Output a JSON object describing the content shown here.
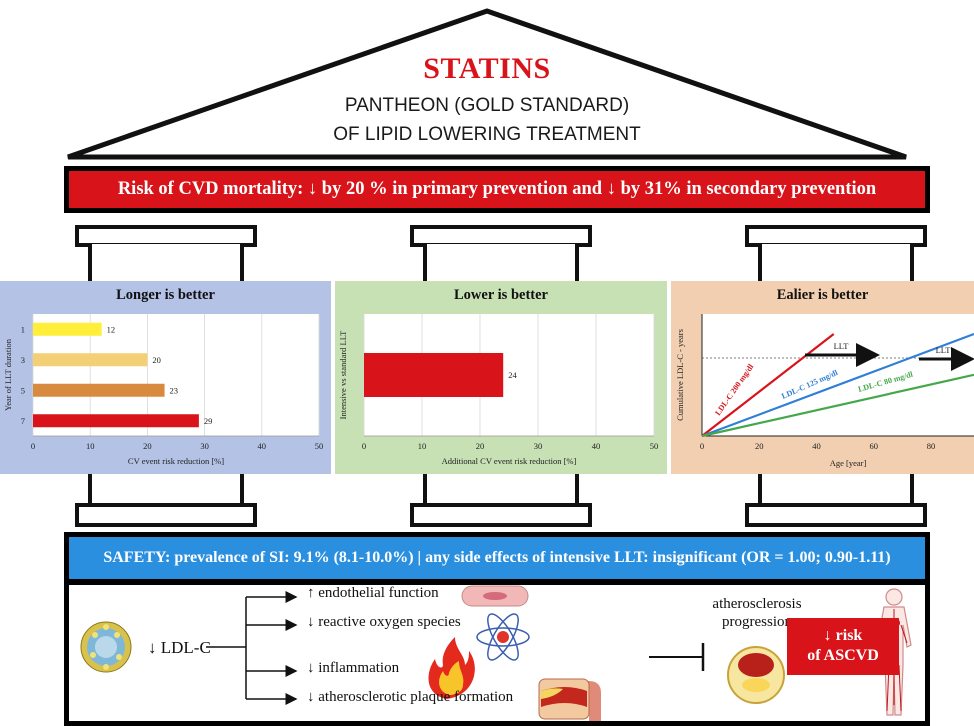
{
  "roof": {
    "title": "STATINS",
    "subtitle_line1": "PANTHEON (GOLD STANDARD)",
    "subtitle_line2": "OF LIPID LOWERING TREATMENT"
  },
  "risk_banner": "Risk of CVD mortality: ↓ by 20 % in primary prevention and ↓ by 31% in secondary prevention",
  "colors": {
    "red": "#d8131a",
    "blue": "#2b8fe0",
    "panel_left_bg": "#b3c2e5",
    "panel_mid_bg": "#c7e0b4",
    "panel_right_bg": "#f1cfb0"
  },
  "chart_data": [
    {
      "type": "bar",
      "title": "Longer is better",
      "xlabel": "CV event risk reduction [%]",
      "ylabel": "Year of LLT duration",
      "categories": [
        "1",
        "3",
        "5",
        "7"
      ],
      "values": [
        12,
        20,
        23,
        29
      ],
      "bar_colors": [
        "#ffee3a",
        "#f3cf75",
        "#d88a3e",
        "#d8131a"
      ],
      "xlim": [
        0,
        50
      ],
      "xticks": [
        "0",
        "10",
        "20",
        "30",
        "40",
        "50"
      ],
      "grid": true,
      "orientation": "horizontal"
    },
    {
      "type": "bar",
      "title": "Lower is better",
      "xlabel": "Additional CV event risk reduction [%]",
      "ylabel": "Intensive vs standard LLT",
      "categories": [
        ""
      ],
      "values": [
        24
      ],
      "bar_colors": [
        "#d8131a"
      ],
      "xlim": [
        0,
        50
      ],
      "xticks": [
        "0",
        "10",
        "20",
        "30",
        "40",
        "50"
      ],
      "grid": true,
      "orientation": "horizontal"
    },
    {
      "type": "line",
      "title": "Ealier is better",
      "xlabel": "Age [year]",
      "ylabel": "Cumulative LDL-C - years",
      "xlim": [
        0,
        95
      ],
      "xticks": [
        "0",
        "20",
        "40",
        "60",
        "80"
      ],
      "threshold_line": true,
      "series": [
        {
          "name": "LDL-C 200 mg/dl",
          "color": "#d8131a",
          "x": [
            0,
            46
          ],
          "y": [
            0,
            100
          ]
        },
        {
          "name": "LDL-C 125 mg/dl",
          "color": "#2f7fd6",
          "x": [
            0,
            95
          ],
          "y": [
            0,
            100
          ]
        },
        {
          "name": "LDL-C 80 mg/dl",
          "color": "#44a84a",
          "x": [
            0,
            95
          ],
          "y": [
            0,
            60
          ]
        }
      ],
      "annotations": [
        "LLT",
        "LLT"
      ]
    }
  ],
  "safety": {
    "banner": "SAFETY: prevalence of SI: 9.1% (8.1-10.0%) | any side effects of intensive LLT: insignificant (OR = 1.00; 0.90-1.11)",
    "ldl_label": "↓ LDL-C",
    "effects": [
      "↑ endothelial function",
      "↓ reactive oxygen species",
      "↓ inflammation",
      "↓ atherosclerotic plaque formation"
    ],
    "progression_line1": "atherosclerosis",
    "progression_line2": "progression",
    "outcome_line1": "↓ risk",
    "outcome_line2": "of ASCVD"
  }
}
